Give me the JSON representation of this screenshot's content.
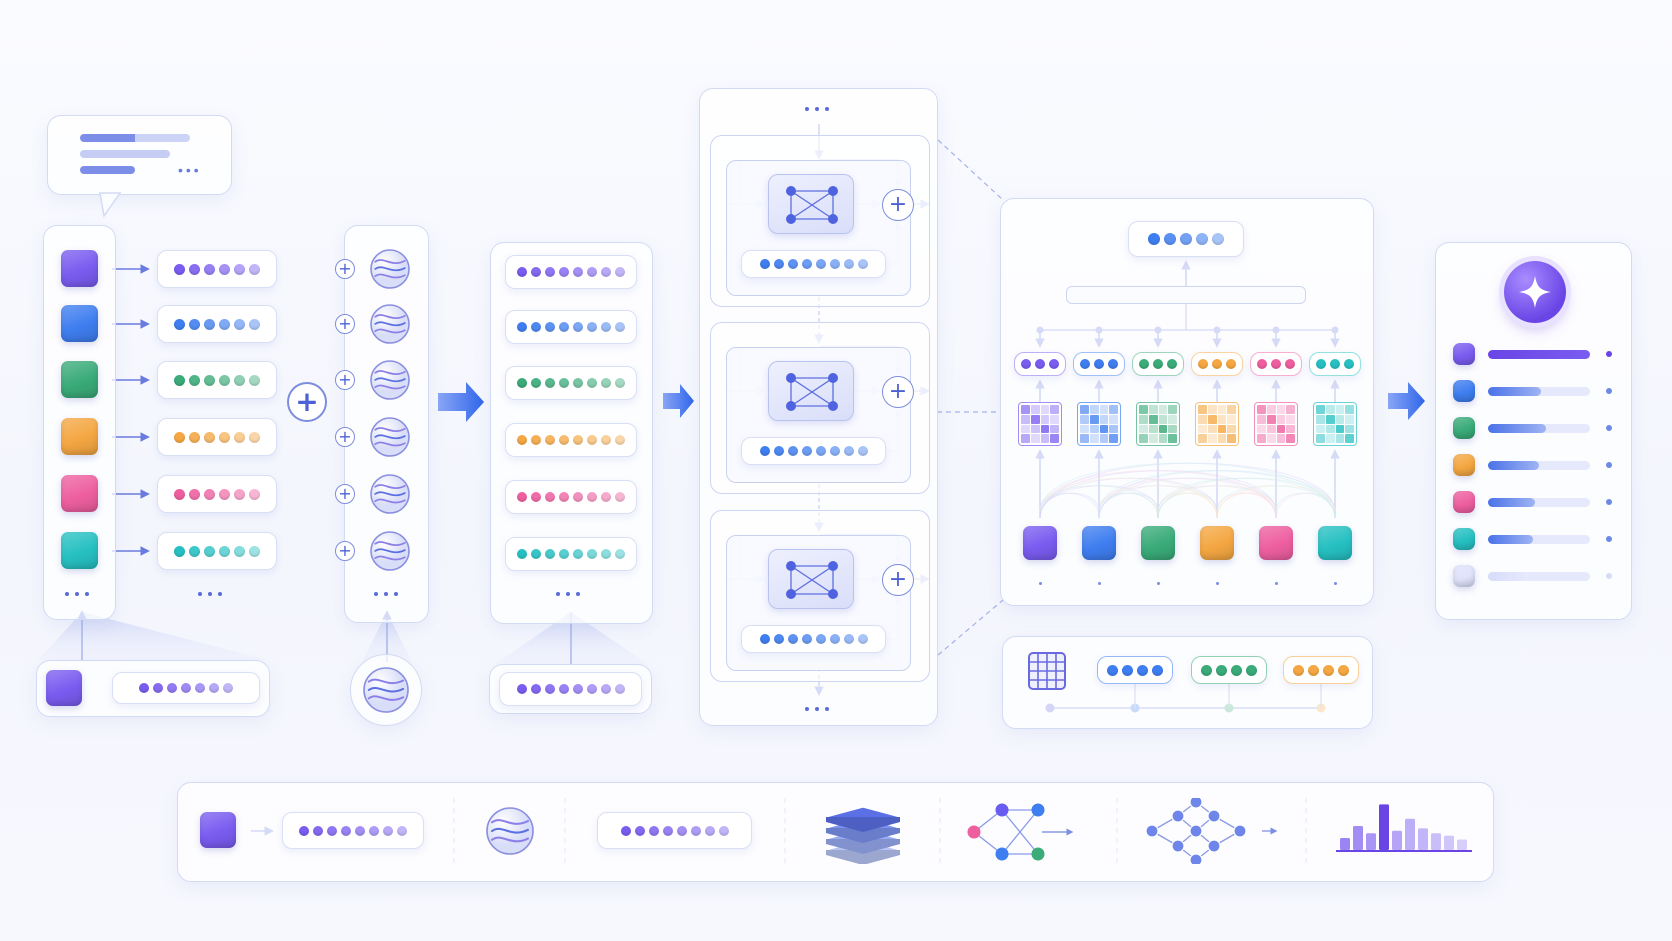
{
  "colors": {
    "purple": "#7a5cf0",
    "blue": "#3f7ef0",
    "green": "#3aab79",
    "orange": "#f4a742",
    "pink": "#ee5fa0",
    "teal": "#26c0c2",
    "faint": "#dfe3fb",
    "accent": "#3a63e8",
    "panel_border": "#d3daf3"
  },
  "token_rows": [
    "purple",
    "blue",
    "green",
    "orange",
    "pink",
    "teal"
  ],
  "icons": {
    "speech_bubble": "speech-bubble-icon",
    "add": "plus-icon",
    "wave": "wave-orb-icon",
    "arrow": "arrow-right-icon",
    "attention_graph": "attention-graph-icon",
    "grid": "grid-icon",
    "sparkle": "sparkle-icon",
    "layers": "layer-stack-icon",
    "network": "network-graph-icon",
    "histogram": "histogram-icon"
  },
  "head_strips": [
    "purple",
    "blue",
    "green",
    "orange",
    "pink",
    "teal"
  ],
  "output_bars": [
    {
      "color": "purple",
      "fill": 1.0
    },
    {
      "color": "blue",
      "fill": 0.52
    },
    {
      "color": "green",
      "fill": 0.57
    },
    {
      "color": "orange",
      "fill": 0.5
    },
    {
      "color": "pink",
      "fill": 0.46
    },
    {
      "color": "teal",
      "fill": 0.44
    },
    {
      "color": "faint",
      "fill": 0.4
    }
  ],
  "legend_timeline": [
    "grid",
    "blue",
    "green",
    "orange"
  ]
}
